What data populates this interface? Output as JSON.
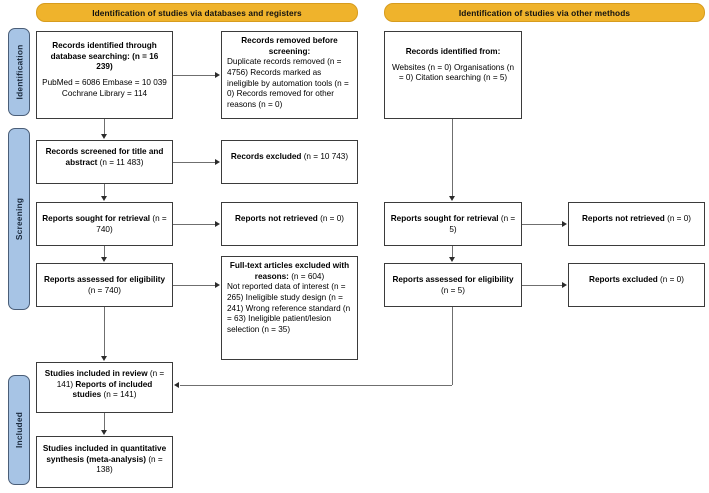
{
  "headers": {
    "left": "Identification of studies via databases and registers",
    "right": "Identification of studies via other methods"
  },
  "stages": [
    {
      "label": "Identification"
    },
    {
      "label": "Screening"
    },
    {
      "label": "Included"
    }
  ],
  "boxes": {
    "db_identified": {
      "title1": "Records identified through",
      "title2": "database searching:",
      "title3": "(n = 16 239)",
      "l1": "PubMed = 6086",
      "l2": "Embase = 10 039",
      "l3": "Cochrane Library = 114"
    },
    "removed_before_screening": {
      "title1": "Records removed before",
      "title2": "screening:",
      "l1": "Duplicate records removed",
      "l2": "(n = 4756)",
      "l3": "Records marked as ineligible by",
      "l4": "automation tools (n = 0)",
      "l5": "Records removed for other",
      "l6": "reasons (n = 0)"
    },
    "screened": {
      "title1": "Records screened for",
      "title2": "title and abstract",
      "count": "(n = 11 483)"
    },
    "records_excluded": {
      "title": "Records excluded",
      "count": "(n = 10 743)"
    },
    "sought_left": {
      "title": "Reports sought for retrieval",
      "count": "(n = 740)"
    },
    "not_retrieved_left": {
      "title": "Reports not retrieved",
      "count": "(n = 0)"
    },
    "assessed_left": {
      "title": "Reports assessed for eligibility",
      "count": "(n = 740)"
    },
    "fulltext_excluded": {
      "title1": "Full-text articles excluded",
      "title2": "with reasons:",
      "count": "(n = 604)",
      "r1": "Not reported data of interest",
      "r1n": "(n = 265)",
      "r2": "Ineligible study design",
      "r2n": "(n = 241)",
      "r3": "Wrong reference standard",
      "r3n": "(n = 63)",
      "r4": "Ineligible  patient/lesion  selection",
      "r4n": "(n = 35)"
    },
    "included_review": {
      "title1": "Studies included in review",
      "count1": "(n = 141)",
      "title2": "Reports of included studies",
      "count2": "(n = 141)"
    },
    "quant_synthesis": {
      "title1": "Studies included in",
      "title2": "quantitative synthesis",
      "title3": "(meta-analysis)",
      "count": "(n = 138)"
    },
    "other_identified": {
      "title": "Records identified from:",
      "l1": "Websites (n = 0)",
      "l2": "Organisations (n = 0)",
      "l3": "Citation searching (n = 5)"
    },
    "sought_right": {
      "title": "Reports sought for retrieval",
      "count": "(n = 5)"
    },
    "not_retrieved_right": {
      "title": "Reports not retrieved",
      "count": "(n = 0)"
    },
    "assessed_right": {
      "title": "Reports assessed for eligibility",
      "count": "(n = 5)"
    },
    "reports_excluded_right": {
      "title": "Reports excluded",
      "count": "(n = 0)"
    }
  },
  "colors": {
    "header_yellow": "#EFB32C",
    "stage_blue": "#A7C4E5",
    "box_border": "#3b3b3b",
    "connector": "#6f6f6f"
  }
}
